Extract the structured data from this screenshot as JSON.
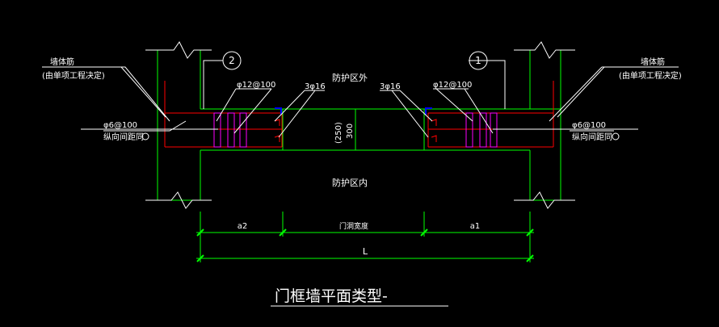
{
  "drawing": {
    "title": "门框墙平面类型-",
    "label_outside": "防护区外",
    "label_inside": "防护区内",
    "callout_left": "2",
    "callout_right": "1",
    "wall_rebar_label": "墙体筋",
    "wall_rebar_note": "(由单项工程决定)",
    "stirrup_label": "φ12@100",
    "main_bar_label": "3φ16",
    "tie_label": "φ6@100",
    "tie_note": "纵向间距同",
    "thickness_top": "(250)",
    "thickness_bottom": "300",
    "dim_left": "a2",
    "dim_mid": "门洞宽度",
    "dim_right": "a1",
    "dim_total": "L"
  },
  "colors": {
    "background": "#000000",
    "wall": "#00ff00",
    "rebar": "#ff0000",
    "stirrup": "#ff00ff",
    "leader": "#ffffff",
    "accent": "#0000ff"
  }
}
